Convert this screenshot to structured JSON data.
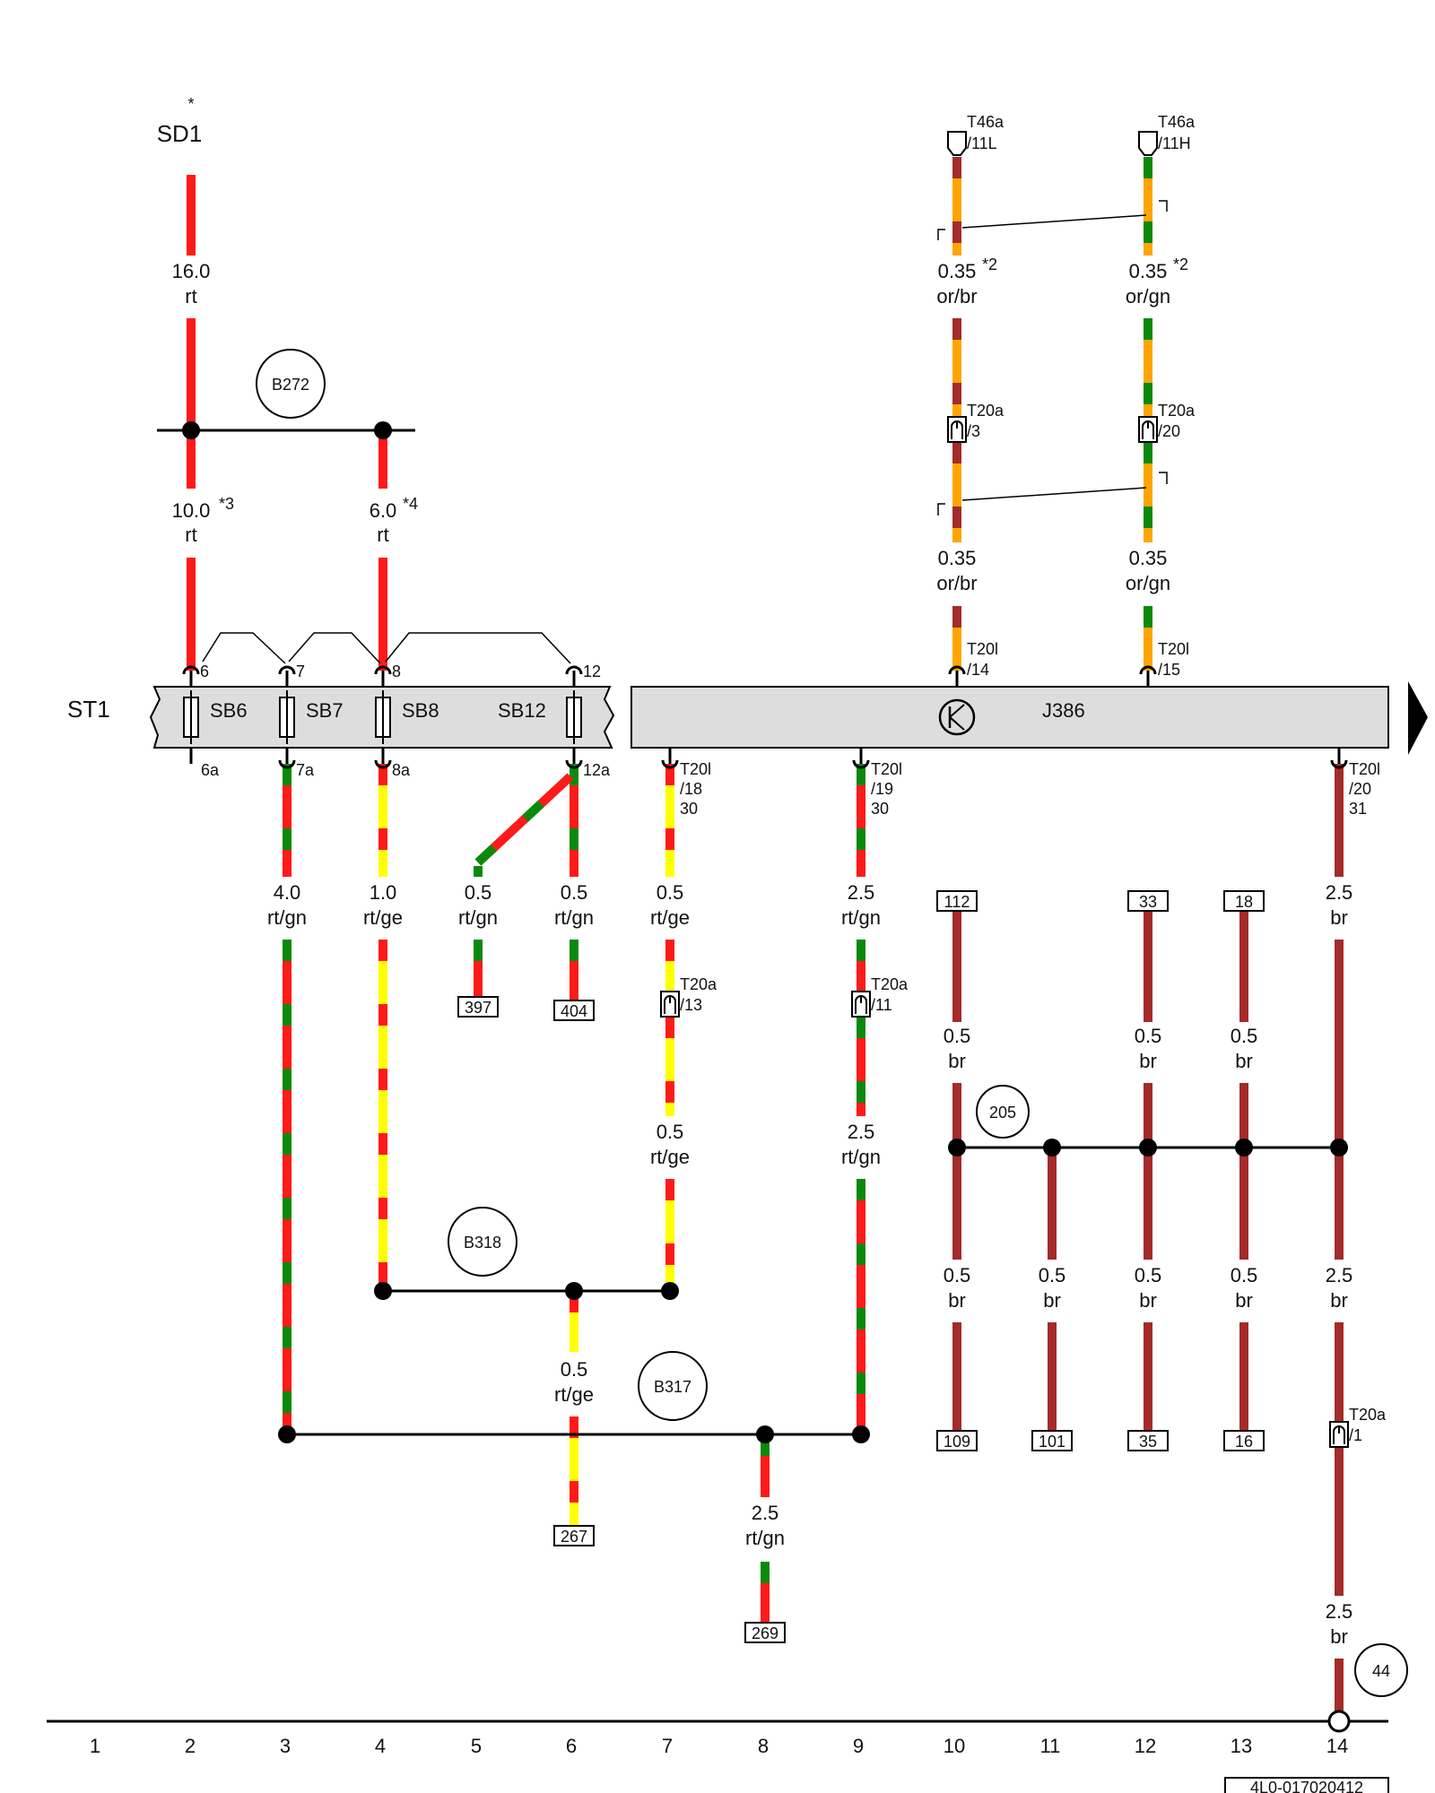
{
  "doc_id": "4L0-017020412",
  "grid_numbers": [
    "1",
    "2",
    "3",
    "4",
    "5",
    "6",
    "7",
    "8",
    "9",
    "10",
    "11",
    "12",
    "13",
    "14"
  ],
  "colors": {
    "rt": "#ff1a1a",
    "gn": "#0a8a0a",
    "ge": "#ffff00",
    "or": "#ffa500",
    "br": "#a52a2a",
    "housing": "#dddddd"
  },
  "fuse_box": {
    "name": "ST1",
    "fuses": [
      "SB6",
      "SB7",
      "SB8",
      "SB12"
    ],
    "in_pins": [
      "6",
      "7",
      "8",
      "12"
    ],
    "out_pins": [
      "6a",
      "7a",
      "8a",
      "12a"
    ]
  },
  "control_unit": {
    "name": "J386",
    "transistor_icon": "transistor-icon"
  },
  "top_source": {
    "name": "SD1",
    "mark": "*"
  },
  "circles": [
    "B272",
    "B318",
    "B317",
    "205",
    "44"
  ],
  "connectors": {
    "t46a_l": [
      "T46a",
      "/11L"
    ],
    "t46a_h": [
      "T46a",
      "/11H"
    ],
    "t20a_3": [
      "T20a",
      "/3"
    ],
    "t20a_20": [
      "T20a",
      "/20"
    ],
    "t20l_14": [
      "T20l",
      "/14"
    ],
    "t20l_15": [
      "T20l",
      "/15"
    ],
    "t20l_18": [
      "T20l",
      "/18",
      "30"
    ],
    "t20l_19": [
      "T20l",
      "/19",
      "30"
    ],
    "t20l_20": [
      "T20l",
      "/20",
      "31"
    ],
    "t20a_13": [
      "T20a",
      "/13"
    ],
    "t20a_11": [
      "T20a",
      "/11"
    ],
    "t20a_1": [
      "T20a",
      "/1"
    ]
  },
  "wire_labels": {
    "w16": [
      "16.0",
      "rt"
    ],
    "w10": [
      "10.0",
      "*3",
      "rt"
    ],
    "w6": [
      "6.0",
      "*4",
      "rt"
    ],
    "or_br_a": [
      "0.35",
      "*2",
      "or/br"
    ],
    "or_gn_a": [
      "0.35",
      "*2",
      "or/gn"
    ],
    "or_br_b": [
      "0.35",
      "or/br"
    ],
    "or_gn_b": [
      "0.35",
      "or/gn"
    ],
    "c3": [
      "4.0",
      "rt/gn"
    ],
    "c4": [
      "1.0",
      "rt/ge"
    ],
    "c5": [
      "0.5",
      "rt/gn"
    ],
    "c6": [
      "0.5",
      "rt/gn"
    ],
    "c7a": [
      "0.5",
      "rt/ge"
    ],
    "c9a": [
      "2.5",
      "rt/gn"
    ],
    "c14a": [
      "2.5",
      "br"
    ],
    "c10a": [
      "0.5",
      "br"
    ],
    "c12a": [
      "0.5",
      "br"
    ],
    "c13a": [
      "0.5",
      "br"
    ],
    "c7b": [
      "0.5",
      "rt/ge"
    ],
    "c9b": [
      "2.5",
      "rt/gn"
    ],
    "c10b": [
      "0.5",
      "br"
    ],
    "c11b": [
      "0.5",
      "br"
    ],
    "c12b": [
      "0.5",
      "br"
    ],
    "c13b": [
      "0.5",
      "br"
    ],
    "c14b": [
      "2.5",
      "br"
    ],
    "c6b": [
      "0.5",
      "rt/ge"
    ],
    "c8b": [
      "2.5",
      "rt/gn"
    ],
    "c14c": [
      "2.5",
      "br"
    ]
  },
  "refs": {
    "r397": "397",
    "r404": "404",
    "r267": "267",
    "r269": "269",
    "r112": "112",
    "r33": "33",
    "r18": "18",
    "r109": "109",
    "r101": "101",
    "r35": "35",
    "r16": "16"
  }
}
